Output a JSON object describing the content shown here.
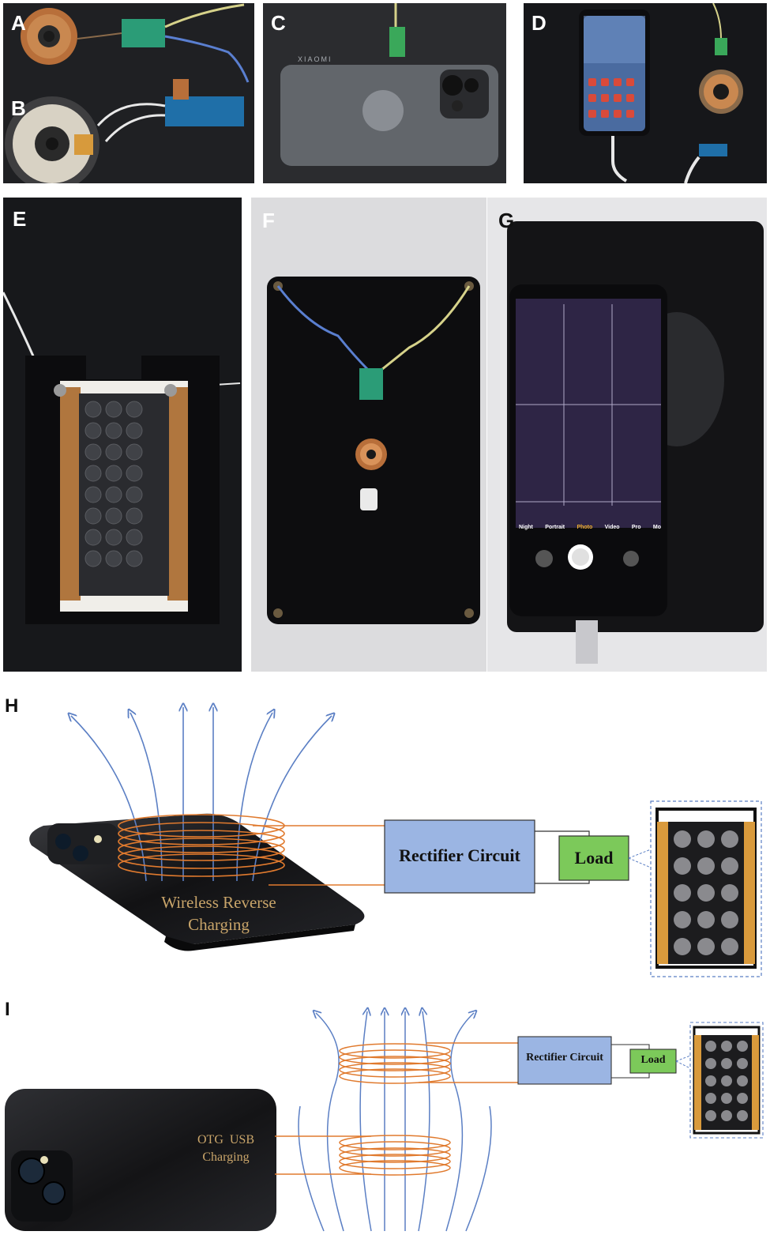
{
  "panels": {
    "a": "A",
    "b": "B",
    "c": "C",
    "d": "D",
    "e": "E",
    "f": "F",
    "g": "G",
    "h": "H",
    "i": "I"
  },
  "phone_c_brand": "XIAOMI",
  "camera_modes": [
    "Night",
    "Portrait",
    "Photo",
    "Video",
    "Pro",
    "Mo"
  ],
  "diagram_h": {
    "phone_text_line1": "Wireless Reverse",
    "phone_text_line2": "Charging",
    "rectifier_label": "Rectifier Circuit",
    "load_label": "Load"
  },
  "diagram_i": {
    "phone_text_line1": "OTG  USB",
    "phone_text_line2": "Charging",
    "rectifier_label": "Rectifier Circuit",
    "load_label": "Load"
  },
  "colors": {
    "rectifier_fill": "#9bb5e3",
    "load_fill": "#7cc95a",
    "coil": "#e07a2e",
    "field_lines": "#5b7fc4",
    "phone_body": "#111111",
    "gold_text": "#c9a56a"
  }
}
